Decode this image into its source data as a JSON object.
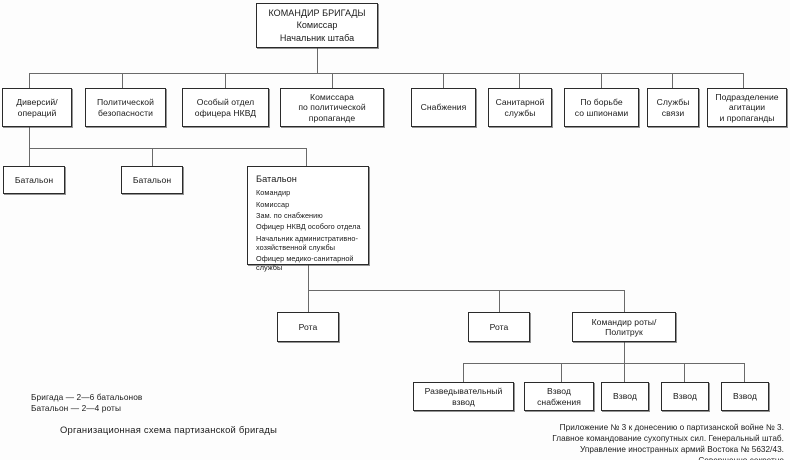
{
  "diagram": {
    "caption": "Организационная схема партизанской бригады",
    "legend": "Бригада — 2—6 батальонов\nБатальон — 2—4 роты",
    "footnote": "Приложение № 3 к донесению о партизанской войне № 3.\nГлавное командование сухопутных сил. Генеральный штаб.\nУправление иностранных армий Востока № 5632/43.\nСовершенно секретно",
    "colors": {
      "background": "#fdfdfd",
      "box_border": "#2b2b2b",
      "box_fill": "#ffffff",
      "connector": "#6a6a6a",
      "text": "#1a1a1a"
    }
  },
  "root": {
    "label": "КОМАНДИР БРИГАДЫ\nКомиссар\nНачальник штаба"
  },
  "staff": [
    {
      "label": "Диверсий/\nопераций"
    },
    {
      "label": "Политической\nбезопасности"
    },
    {
      "label": "Особый отдел\nофицера НКВД"
    },
    {
      "label": "Комиссара\nпо политической\nпропаганде"
    },
    {
      "label": "Снабжения"
    },
    {
      "label": "Санитарной\nслужбы"
    },
    {
      "label": "По борьбе\nсо шпионами"
    },
    {
      "label": "Службы\nсвязи"
    },
    {
      "label": "Подразделение\nагитации\nи пропаганды"
    }
  ],
  "battalions": [
    {
      "label": "Батальон"
    },
    {
      "label": "Батальон"
    }
  ],
  "battalion_detail": {
    "title": "Батальон",
    "items": [
      "Командир",
      "Комиссар",
      "Зам. по снабжению",
      "Офицер НКВД особого отдела",
      "Начальник административно-\nхозяйственной службы",
      "Офицер медико-санитарной\nслужбы"
    ]
  },
  "companies": [
    {
      "label": "Рота"
    },
    {
      "label": "Рота"
    },
    {
      "label": "Командир роты/\nПолитрук"
    }
  ],
  "platoons": [
    {
      "label": "Разведывательный\nвзвод"
    },
    {
      "label": "Взвод\nснабжения"
    },
    {
      "label": "Взвод"
    },
    {
      "label": "Взвод"
    },
    {
      "label": "Взвод"
    }
  ]
}
